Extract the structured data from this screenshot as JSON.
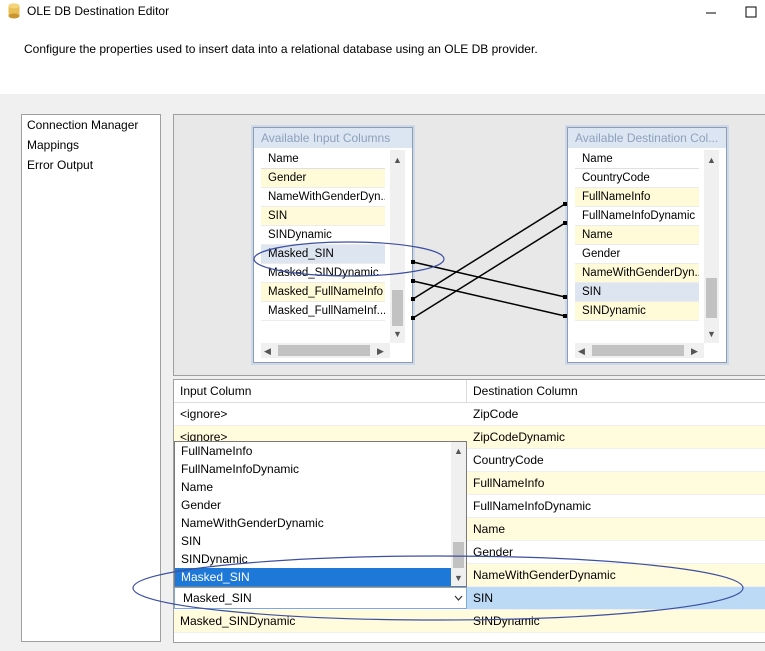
{
  "window": {
    "title": "OLE DB Destination Editor"
  },
  "header": {
    "description": "Configure the properties used to insert data into a relational database using an OLE DB provider."
  },
  "nav": {
    "items": [
      {
        "label": "Connection Manager"
      },
      {
        "label": "Mappings"
      },
      {
        "label": "Error Output"
      }
    ]
  },
  "input_box": {
    "title": "Available Input Columns",
    "name_header": "Name",
    "rows": [
      "Gender",
      "NameWithGenderDyn...",
      "SIN",
      "SINDynamic",
      "Masked_SIN",
      "Masked_SINDynamic",
      "Masked_FullNameInfo",
      "Masked_FullNameInf..."
    ]
  },
  "dest_box": {
    "title": "Available Destination Col...",
    "name_header": "Name",
    "rows": [
      "CountryCode",
      "FullNameInfo",
      "FullNameInfoDynamic",
      "Name",
      "Gender",
      "NameWithGenderDyn...",
      "SIN",
      "SINDynamic"
    ]
  },
  "grid": {
    "headers": {
      "input": "Input Column",
      "destination": "Destination Column"
    },
    "rows": [
      {
        "input": "<ignore>",
        "destination": "ZipCode"
      },
      {
        "input": "<ignore>",
        "destination": "ZipCodeDynamic"
      },
      {
        "input": "",
        "destination": "CountryCode"
      },
      {
        "input": "",
        "destination": "FullNameInfo"
      },
      {
        "input": "",
        "destination": "FullNameInfoDynamic"
      },
      {
        "input": "",
        "destination": "Name"
      },
      {
        "input": "",
        "destination": "Gender"
      },
      {
        "input": "",
        "destination": "NameWithGenderDynamic"
      },
      {
        "input": "Masked_SIN",
        "destination": "SIN"
      },
      {
        "input": "Masked_SINDynamic",
        "destination": "SINDynamic"
      }
    ]
  },
  "dropdown": {
    "items": [
      "FullNameInfo",
      "FullNameInfoDynamic",
      "Name",
      "Gender",
      "NameWithGenderDynamic",
      "SIN",
      "SINDynamic",
      "Masked_SIN"
    ],
    "selected_value": "Masked_SIN"
  },
  "colors": {
    "highlight": "#1e78d7",
    "annotation_ellipse": "#3c50a0",
    "row_tint": "#fffbdc",
    "selected_row": "#bcd9f5"
  }
}
